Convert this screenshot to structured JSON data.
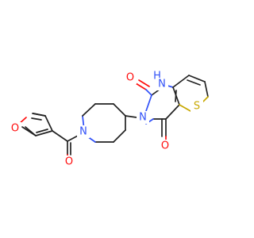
{
  "molecule": {
    "atom_labels": {
      "furan_o": "O",
      "carbonyl_o": "O",
      "piperidine_n": "N",
      "n3": "N",
      "nh_h": "H",
      "nh_n": "N",
      "c2_o": "O",
      "c4_o": "O",
      "thiophene_s": "S"
    },
    "colors": {
      "bond": "#222222",
      "oxygen": "#ff0d0d",
      "nitrogen": "#3050f8",
      "sulfur": "#c8a800"
    }
  }
}
